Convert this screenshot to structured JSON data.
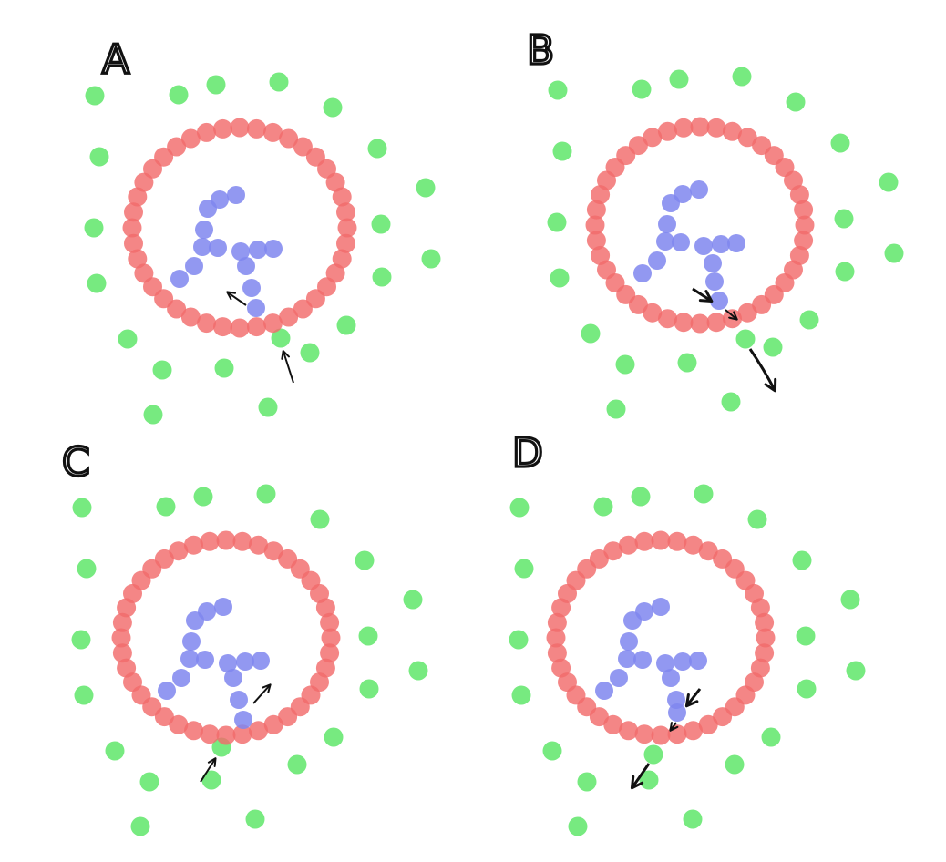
{
  "colors": {
    "membrane": "#f26b6b",
    "outside": "#5fe66a",
    "inside": "#7f86ee",
    "arrow": "#111111"
  },
  "panels": [
    {
      "id": "A",
      "label": "A"
    },
    {
      "id": "B",
      "label": "B"
    },
    {
      "id": "C",
      "label": "C"
    },
    {
      "id": "D",
      "label": "D"
    }
  ]
}
